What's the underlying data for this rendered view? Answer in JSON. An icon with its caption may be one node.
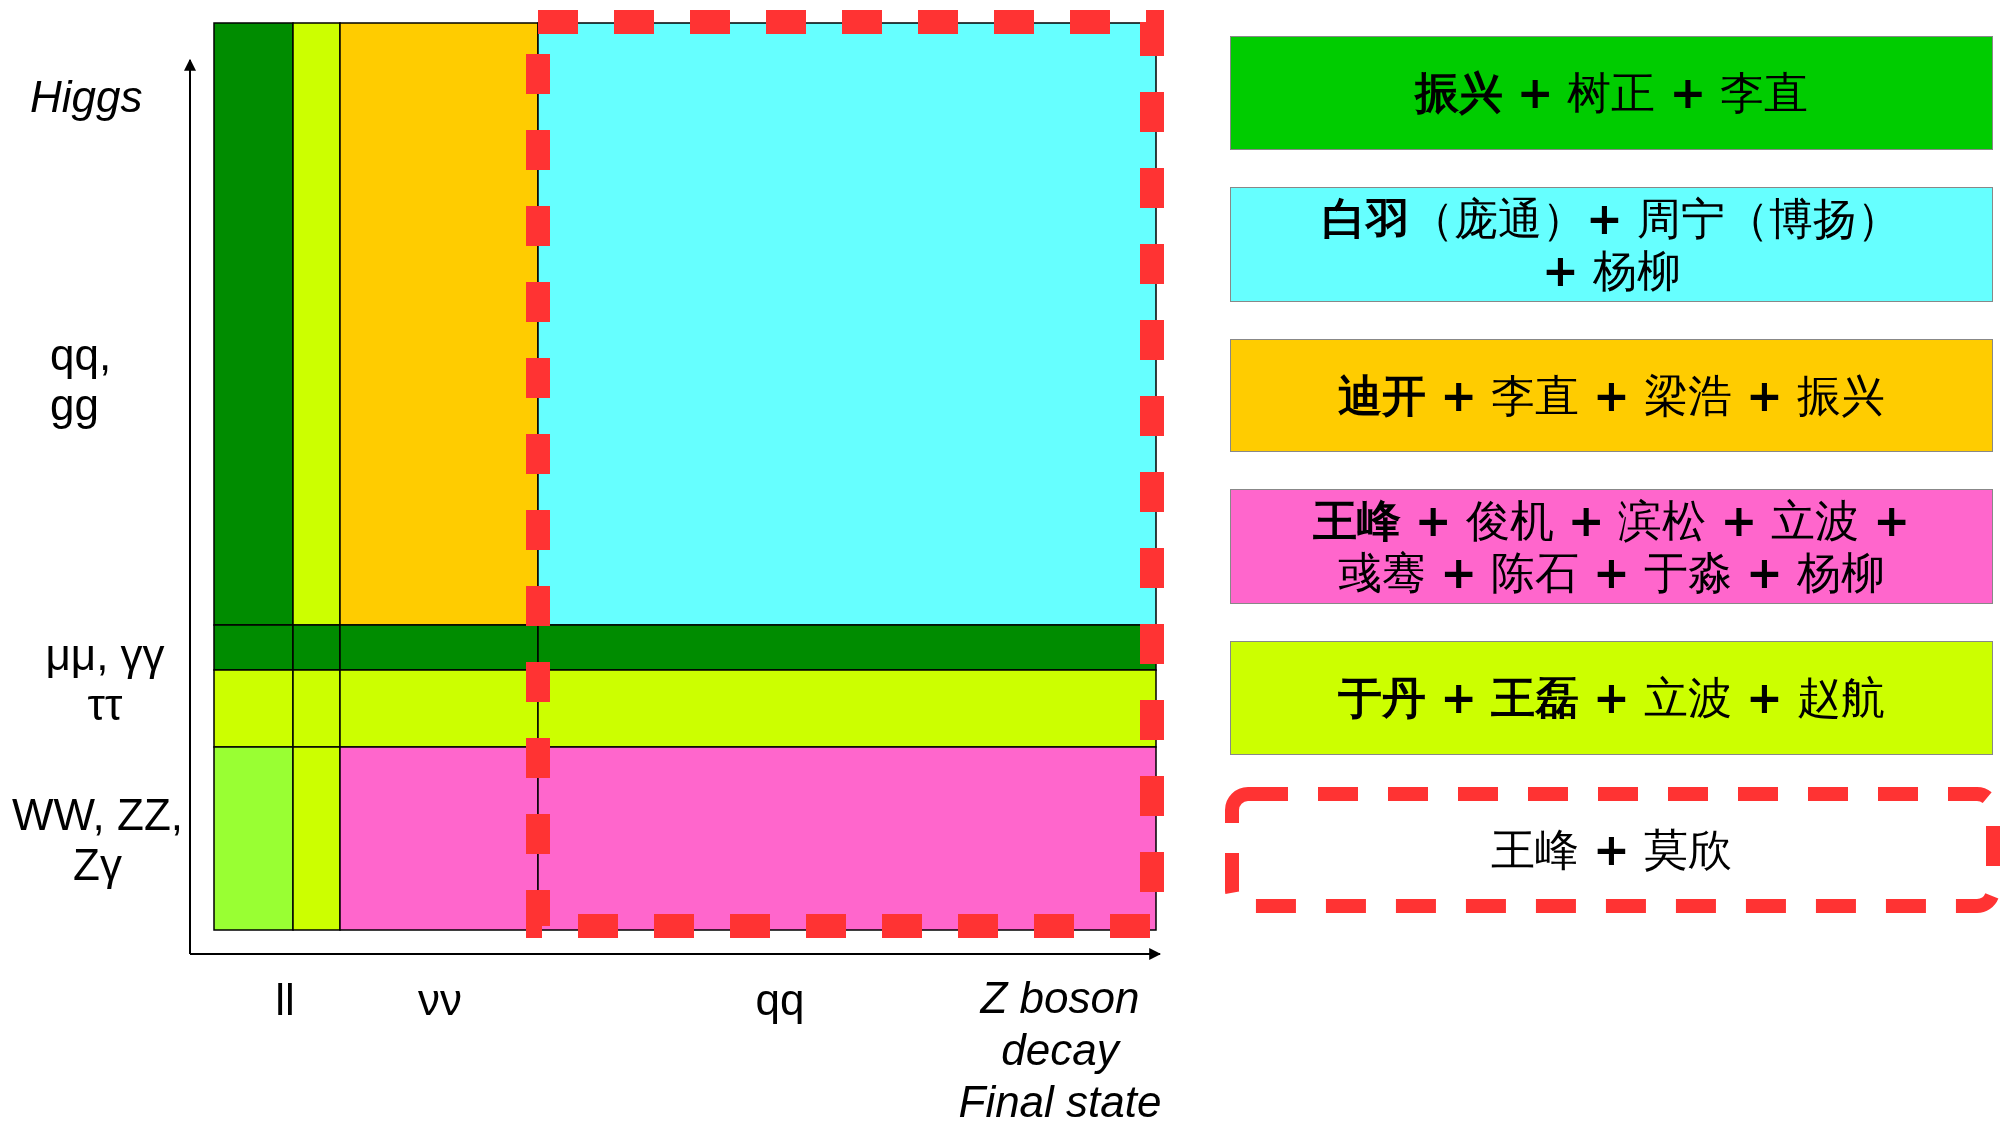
{
  "diagram": {
    "nodes": [
      {
        "text": [
          "**振兴** **+** 树正 **+** 李直"
        ]
      },
      {
        "text": [
          "**白羽**（庞通）**+** 周宁（博扬）**+** 杨柳"
        ]
      },
      {
        "text": [
          "**迪开** **+** 李直 **+** 梁浩 **+** 振兴"
        ]
      },
      {
        "text": [
          "**王峰** **+** 俊机 **+** 滨松 **+** 立波 **+** 彧骞 **+** 陈石 **+** 于淼 **+** 杨柳"
        ]
      },
      {
        "text": [
          "**于丹** **+** **王磊** **+** 立波 **+** 赵航"
        ]
      },
      {
        "text": [
          "王峰 **+** 莫欣"
        ]
      }
    ],
    "labels": [
      "Higgs",
      "qq, gg",
      "μμ, γγ ττ",
      "WW, ZZ, Zγ",
      "ll",
      "νν",
      "qq",
      "Z boson decay Final state"
    ]
  }
}
